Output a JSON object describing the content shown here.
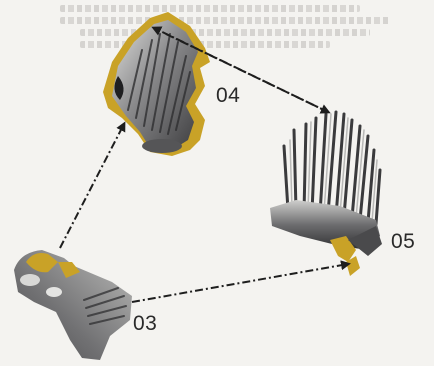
{
  "labels": {
    "part_03": "03",
    "part_04": "04",
    "part_05": "05"
  },
  "colors": {
    "background": "#f4f3f0",
    "metal_dark": "#3c3c3e",
    "metal_mid": "#8a8a8c",
    "metal_light": "#d6d6d4",
    "cut_surface": "#c9a227",
    "arrow": "#1e1e1e"
  }
}
